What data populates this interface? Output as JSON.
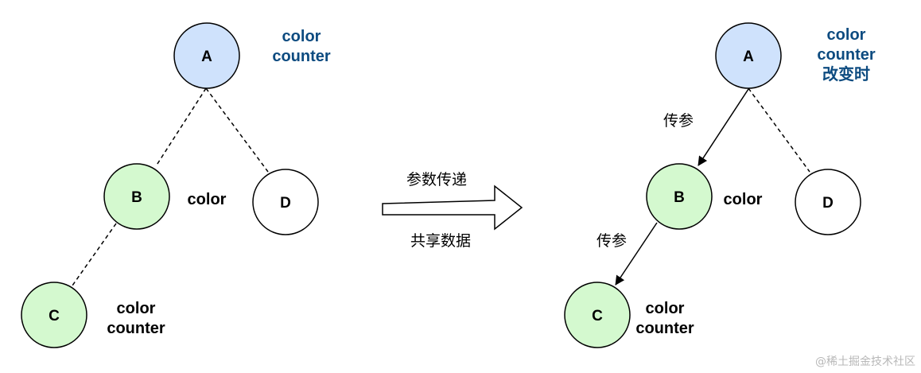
{
  "colors": {
    "root_fill": "#cfe2fc",
    "child_fill": "#d4f9cf",
    "plain_fill": "#ffffff",
    "accent_text": "#0d4b80",
    "watermark_text": "#b8b8b8"
  },
  "left_tree": {
    "node_a": {
      "label": "A",
      "state": [
        "color",
        "counter"
      ]
    },
    "node_b": {
      "label": "B",
      "state": [
        "color"
      ]
    },
    "node_c": {
      "label": "C",
      "state": [
        "color",
        "counter"
      ]
    },
    "node_d": {
      "label": "D"
    }
  },
  "transition": {
    "top_label": "参数传递",
    "bottom_label": "共享数据"
  },
  "right_tree": {
    "node_a": {
      "label": "A",
      "state": [
        "color",
        "counter",
        "改变时"
      ]
    },
    "node_b": {
      "label": "B",
      "state": [
        "color"
      ]
    },
    "node_c": {
      "label": "C",
      "state": [
        "color",
        "counter"
      ]
    },
    "node_d": {
      "label": "D"
    },
    "edge_ab_label": "传参",
    "edge_bc_label": "传参"
  },
  "watermark": "@稀土掘金技术社区"
}
